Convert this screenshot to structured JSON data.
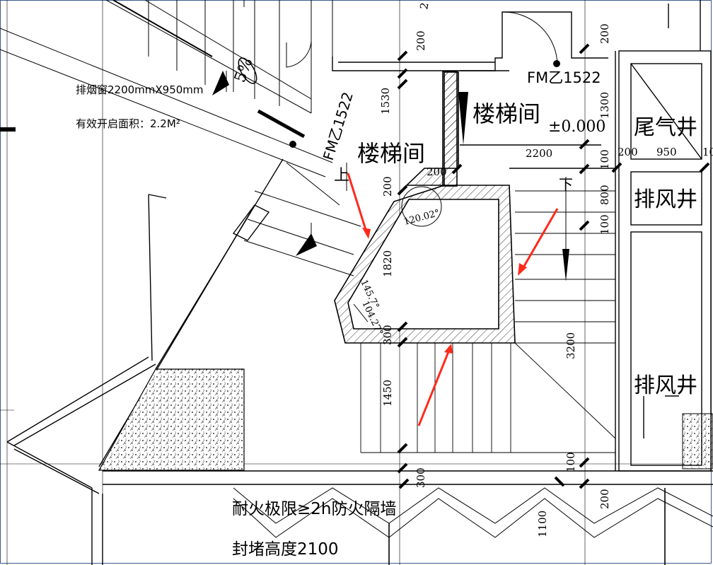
{
  "notes": {
    "smoke_window": "排烟窗2200mmX950mm",
    "open_area": "有效开启面积：2.2M²",
    "firewall": "耐火极限≥2h防火隔墙",
    "seal_height": "封堵高度2100"
  },
  "rooms": {
    "stair_left": "楼梯间",
    "stair_right": "楼梯间",
    "exhaust_shaft": "尾气井",
    "vent_shaft_1": "排风井",
    "vent_shaft_2": "排风井"
  },
  "doors": {
    "door_left": "FM乙1522",
    "door_right": "FM乙1522"
  },
  "markers": {
    "up": "上",
    "down": "下",
    "elevation": "±0.000",
    "slope": "5%"
  },
  "angles": {
    "a1": "120.02°",
    "a2": "145.7°",
    "a3": "104.27°"
  },
  "dims": {
    "d_200_top": "200",
    "d_1530": "1530",
    "d_200_left": "200",
    "d_1820": "1820",
    "d_300a": "300",
    "d_1450": "1450",
    "d_300b": "300",
    "d_200_h": "200",
    "d_2200": "2200",
    "d_200_right": "200",
    "d_1300": "1300",
    "d_100a": "100",
    "d_800": "800",
    "d_100b": "100",
    "d_3200": "3200",
    "d_100c": "100",
    "d_200_bottom": "200",
    "d_1100": "1100",
    "d_200_b2": "200",
    "d_950": "950",
    "d_10": "10",
    "d_2": "2"
  },
  "colors": {
    "frame": "#3c5a8c",
    "arrow": "#ff2a1a",
    "line": "#000000"
  }
}
